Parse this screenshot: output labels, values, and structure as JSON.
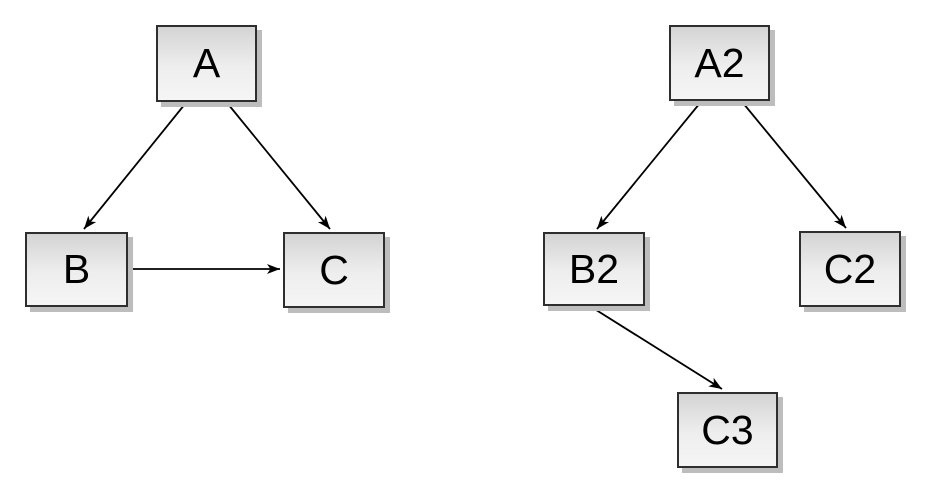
{
  "diagram": {
    "background": "#ffffff",
    "node_style": {
      "fill_top": "#d4d4d4",
      "fill_bottom": "#f5f5f5",
      "border_color": "#2e2e2e",
      "shadow_color": "#bdbdbd",
      "text_color": "#000000",
      "edge_color": "#000000"
    },
    "graphs": [
      {
        "name": "left-graph",
        "nodes": [
          {
            "id": "A",
            "label": "A"
          },
          {
            "id": "B",
            "label": "B"
          },
          {
            "id": "C",
            "label": "C"
          }
        ],
        "edges": [
          {
            "from": "A",
            "to": "B",
            "directed": true
          },
          {
            "from": "A",
            "to": "C",
            "directed": true
          },
          {
            "from": "B",
            "to": "C",
            "directed": true
          }
        ]
      },
      {
        "name": "right-graph",
        "nodes": [
          {
            "id": "A2",
            "label": "A2"
          },
          {
            "id": "B2",
            "label": "B2"
          },
          {
            "id": "C2",
            "label": "C2"
          },
          {
            "id": "C3",
            "label": "C3"
          }
        ],
        "edges": [
          {
            "from": "A2",
            "to": "B2",
            "directed": true
          },
          {
            "from": "A2",
            "to": "C2",
            "directed": true
          },
          {
            "from": "B2",
            "to": "C3",
            "directed": true
          }
        ]
      }
    ]
  }
}
